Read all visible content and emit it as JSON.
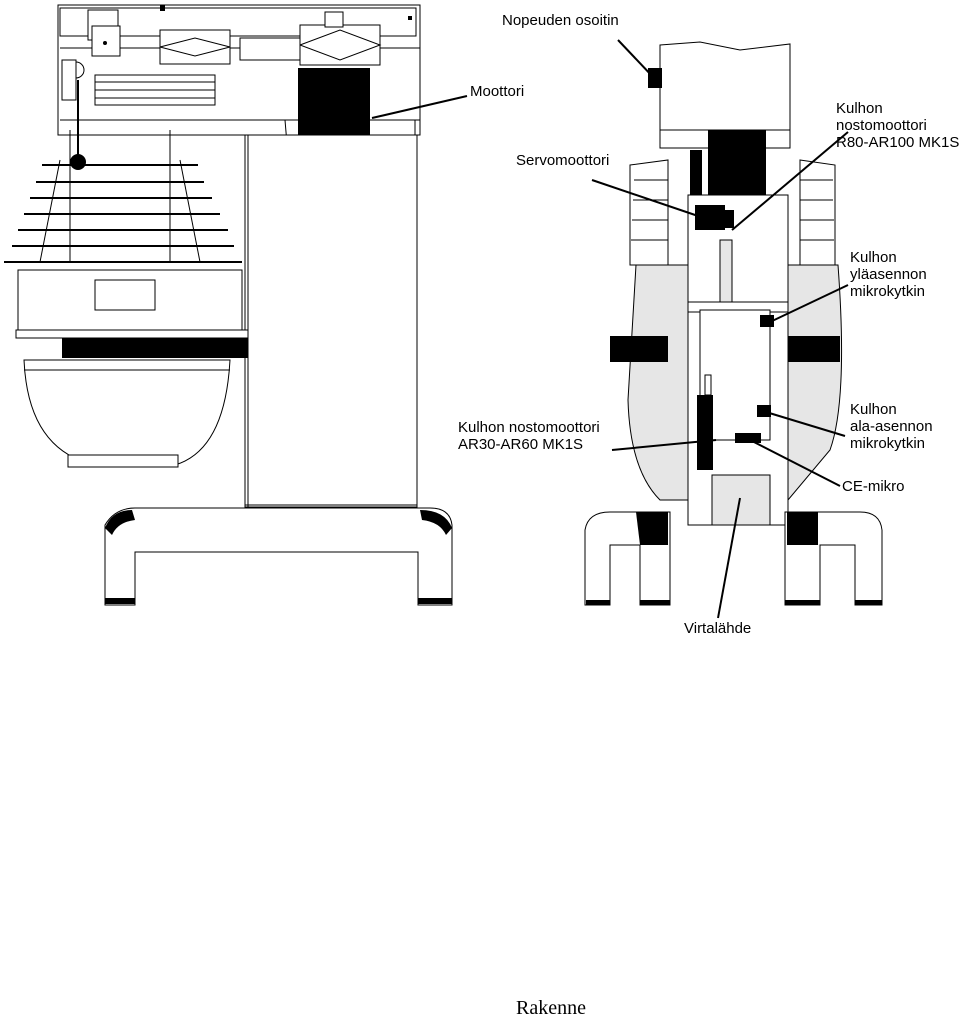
{
  "labels": {
    "speed_indicator": "Nopeuden osoitin",
    "motor": "Moottori",
    "servo_motor": "Servomoottori",
    "bowl_lift_motor_large": [
      "Kulhon",
      "nostomoottori",
      "R80-AR100 MK1S"
    ],
    "upper_microswitch": [
      "Kulhon",
      "yläasennon",
      "mikrokytkin"
    ],
    "lower_microswitch": [
      "Kulhon",
      "ala-asennon",
      "mikrokytkin"
    ],
    "bowl_lift_motor_small": [
      "Kulhon nostomoottori",
      "AR30-AR60 MK1S"
    ],
    "ce_micro": "CE-mikro",
    "power_supply": "Virtalähde"
  },
  "caption": "Rakenne"
}
